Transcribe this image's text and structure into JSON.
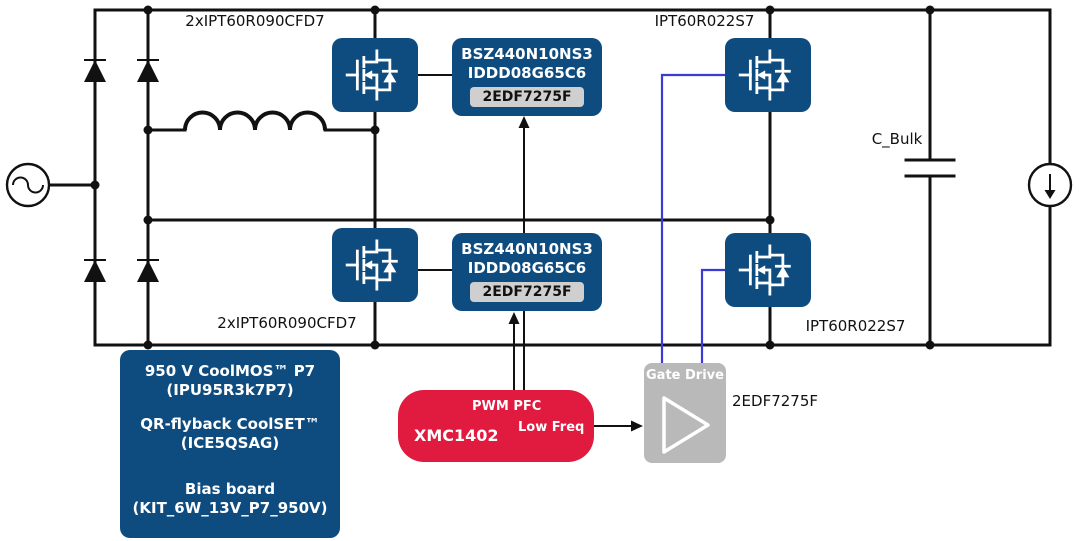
{
  "diagram": {
    "parts": {
      "fast_leg_top": "2xIPT60R090CFD7",
      "fast_leg_bottom": "2xIPT60R090CFD7",
      "slow_leg_top": "IPT60R022S7",
      "slow_leg_bottom": "IPT60R022S7",
      "bulk_capacitor": "C_Bulk",
      "gate_driver_right": "2EDF7275F"
    },
    "driver_box_top": {
      "line1": "BSZ440N10NS3",
      "line2": "IDDD08G65C6",
      "badge": "2EDF7275F"
    },
    "driver_box_bottom": {
      "line1": "BSZ440N10NS3",
      "line2": "IDDD08G65C6",
      "badge": "2EDF7275F"
    },
    "mcu": {
      "name": "XMC1402",
      "pwm_label": "PWM PFC",
      "lowfreq_label": "Low Freq"
    },
    "gate_drive": {
      "label": "Gate Drive"
    },
    "info_box": {
      "coolmos_line1": "950 V CoolMOS™ P7",
      "coolmos_line2": "(IPU95R3k7P7)",
      "coolset_line1": "QR-flyback CoolSET™",
      "coolset_line2": "(ICE5QSAG)",
      "bias_line1": "Bias board",
      "bias_line2": "(KIT_6W_13V_P7_950V)"
    },
    "colors": {
      "navy": "#0e4c80",
      "red": "#e11a3f",
      "grey_box": "#b8b9b8",
      "badge": "#cfcfcf",
      "blue_wire": "#3a3ad6"
    }
  }
}
